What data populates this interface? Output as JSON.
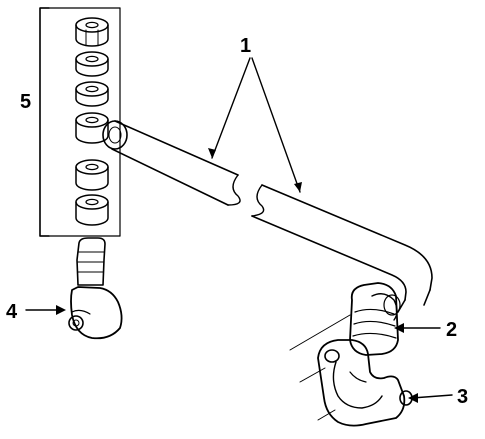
{
  "callouts": [
    {
      "id": "1",
      "label": "1",
      "part": "stabilizer-bar"
    },
    {
      "id": "2",
      "label": "2",
      "part": "bushing"
    },
    {
      "id": "3",
      "label": "3",
      "part": "bracket"
    },
    {
      "id": "4",
      "label": "4",
      "part": "link"
    },
    {
      "id": "5",
      "label": "5",
      "part": "bushing-kit"
    }
  ],
  "style": {
    "ink": "#000000",
    "paper": "#ffffff"
  }
}
